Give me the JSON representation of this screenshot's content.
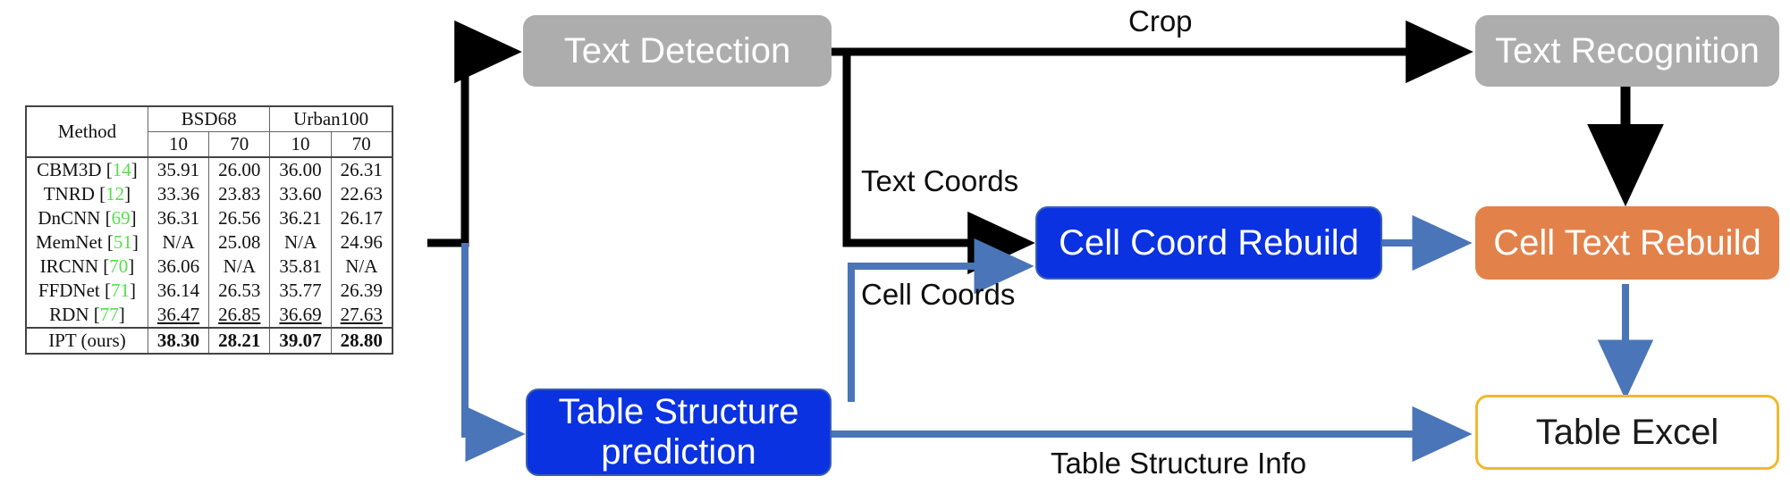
{
  "diagram": {
    "title": "Table recognition pipeline",
    "colors": {
      "gray_node": "#adadad",
      "blue_node": "#0a32e0",
      "orange_node": "#e2814a",
      "excel_border": "#f0b92d",
      "black_edge": "#000000",
      "blue_edge": "#4a75b8",
      "reference_green": "#54e04a"
    },
    "nodes": [
      {
        "id": "text-detection",
        "label": "Text Detection"
      },
      {
        "id": "text-recognition",
        "label": "Text Recognition"
      },
      {
        "id": "cell-coord-rebuild",
        "label": "Cell Coord Rebuild"
      },
      {
        "id": "cell-text-rebuild",
        "label": "Cell Text Rebuild"
      },
      {
        "id": "table-structure-prediction",
        "label_line1": "Table Structure",
        "label_line2": "prediction"
      },
      {
        "id": "table-excel",
        "label": "Table Excel"
      }
    ],
    "edge_labels": [
      {
        "id": "crop",
        "text": "Crop"
      },
      {
        "id": "text-coords",
        "text": "Text Coords"
      },
      {
        "id": "cell-coords",
        "text": "Cell Coords"
      },
      {
        "id": "table-structure-info",
        "text": "Table Structure Info"
      }
    ]
  },
  "table": {
    "group_headers": [
      {
        "label": "Method",
        "rowspan": 2
      },
      {
        "label": "BSD68",
        "colspan": 2
      },
      {
        "label": "Urban100",
        "colspan": 2
      }
    ],
    "sub_headers": [
      "10",
      "70",
      "10",
      "70"
    ],
    "rows": [
      {
        "method": "CBM3D",
        "ref": "14",
        "values": [
          "35.91",
          "26.00",
          "36.00",
          "26.31"
        ],
        "style": "normal"
      },
      {
        "method": "TNRD",
        "ref": "12",
        "values": [
          "33.36",
          "23.83",
          "33.60",
          "22.63"
        ],
        "style": "normal"
      },
      {
        "method": "DnCNN",
        "ref": "69",
        "values": [
          "36.31",
          "26.56",
          "36.21",
          "26.17"
        ],
        "style": "normal"
      },
      {
        "method": "MemNet",
        "ref": "51",
        "values": [
          "N/A",
          "25.08",
          "N/A",
          "24.96"
        ],
        "style": "normal"
      },
      {
        "method": "IRCNN",
        "ref": "70",
        "values": [
          "36.06",
          "N/A",
          "35.81",
          "N/A"
        ],
        "style": "normal"
      },
      {
        "method": "FFDNet",
        "ref": "71",
        "values": [
          "36.14",
          "26.53",
          "35.77",
          "26.39"
        ],
        "style": "normal"
      },
      {
        "method": "RDN",
        "ref": "77",
        "values": [
          "36.47",
          "26.85",
          "36.69",
          "27.63"
        ],
        "style": "underline"
      },
      {
        "method": "IPT (ours)",
        "ref": "",
        "values": [
          "38.30",
          "28.21",
          "39.07",
          "28.80"
        ],
        "style": "bold"
      }
    ]
  }
}
